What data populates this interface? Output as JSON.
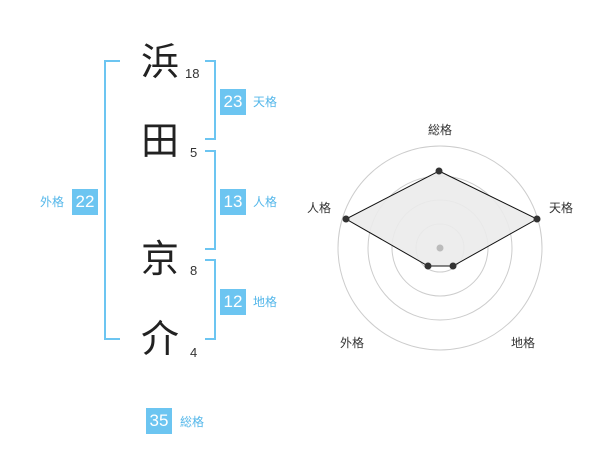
{
  "name": {
    "chars": [
      {
        "char": "浜",
        "strokes": "18"
      },
      {
        "char": "田",
        "strokes": "5"
      },
      {
        "char": "京",
        "strokes": "8"
      },
      {
        "char": "介",
        "strokes": "4"
      }
    ]
  },
  "kaku": {
    "tenkaku": {
      "value": "23",
      "label": "天格"
    },
    "jinkaku": {
      "value": "13",
      "label": "人格"
    },
    "chikaku": {
      "value": "12",
      "label": "地格"
    },
    "gaikaku": {
      "value": "22",
      "label": "外格"
    },
    "soukaku": {
      "value": "35",
      "label": "総格"
    }
  },
  "radar": {
    "labels": {
      "top": "総格",
      "right": "天格",
      "bottom_right": "地格",
      "bottom_left": "外格",
      "left": "人格"
    },
    "colors": {
      "polygon_fill": "#ebebeb",
      "polygon_stroke": "#111111",
      "rings": "#cccccc",
      "center_dot": "#bbbbbb",
      "accent": "#6cc5f1"
    }
  }
}
